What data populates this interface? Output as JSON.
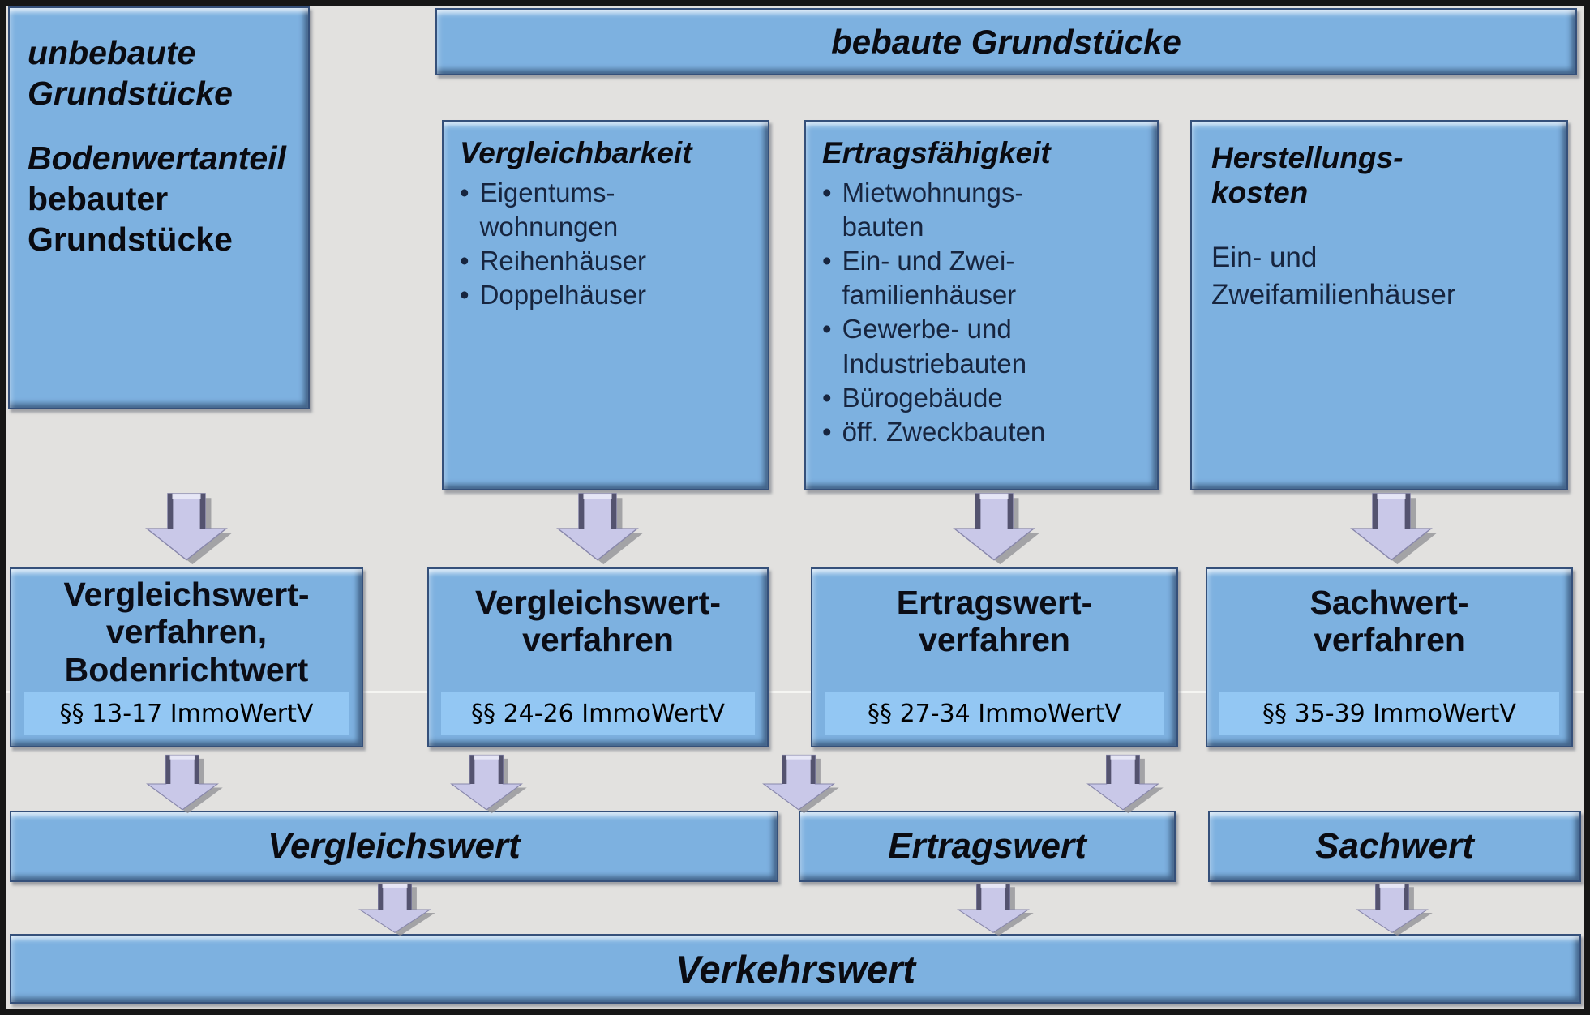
{
  "misc": {
    "bullet": "•"
  },
  "palette": {
    "background": "#e2e1df",
    "box_fill": "#7db1e0",
    "box_border": "#35507a",
    "strip_fill": "#93c7f3",
    "arrow_fill": "#c9c8e8",
    "frame": "#161616"
  },
  "top_row": {
    "unbuilt_box": {
      "title": "unbebaute\nGrundstücke",
      "subtitle_italic": "Bodenwertanteil",
      "subtitle_upright": "bebauter\nGrundstücke"
    },
    "built_header": "bebaute Grundstücke",
    "criteria_boxes": [
      {
        "title": "Vergleichbarkeit",
        "items": [
          "Eigentums-\nwohnungen",
          "Reihenhäuser",
          "Doppelhäuser"
        ]
      },
      {
        "title": "Ertragsfähigkeit",
        "items": [
          "Mietwohnungs-\nbauten",
          "Ein- und Zwei-\nfamilienhäuser",
          "Gewerbe- und\nIndustriebauten",
          "Bürogebäude",
          "öff. Zweckbauten"
        ]
      },
      {
        "title": "Herstellungs-\nkosten",
        "body": "Ein- und\nZweifamilienhäuser"
      }
    ]
  },
  "method_row": [
    {
      "title": "Vergleichswert-\nverfahren,\nBodenrichtwert",
      "paragraph": "§§ 13-17 ImmoWertV"
    },
    {
      "title": "Vergleichswert-\nverfahren",
      "paragraph": "§§ 24-26 ImmoWertV"
    },
    {
      "title": "Ertragswert-\nverfahren",
      "paragraph": "§§ 27-34 ImmoWertV"
    },
    {
      "title": "Sachwert-\nverfahren",
      "paragraph": "§§ 35-39 ImmoWertV"
    }
  ],
  "result_row": [
    {
      "label": "Vergleichswert"
    },
    {
      "label": "Ertragswert"
    },
    {
      "label": "Sachwert"
    }
  ],
  "final_bar": {
    "label": "Verkehrswert"
  }
}
